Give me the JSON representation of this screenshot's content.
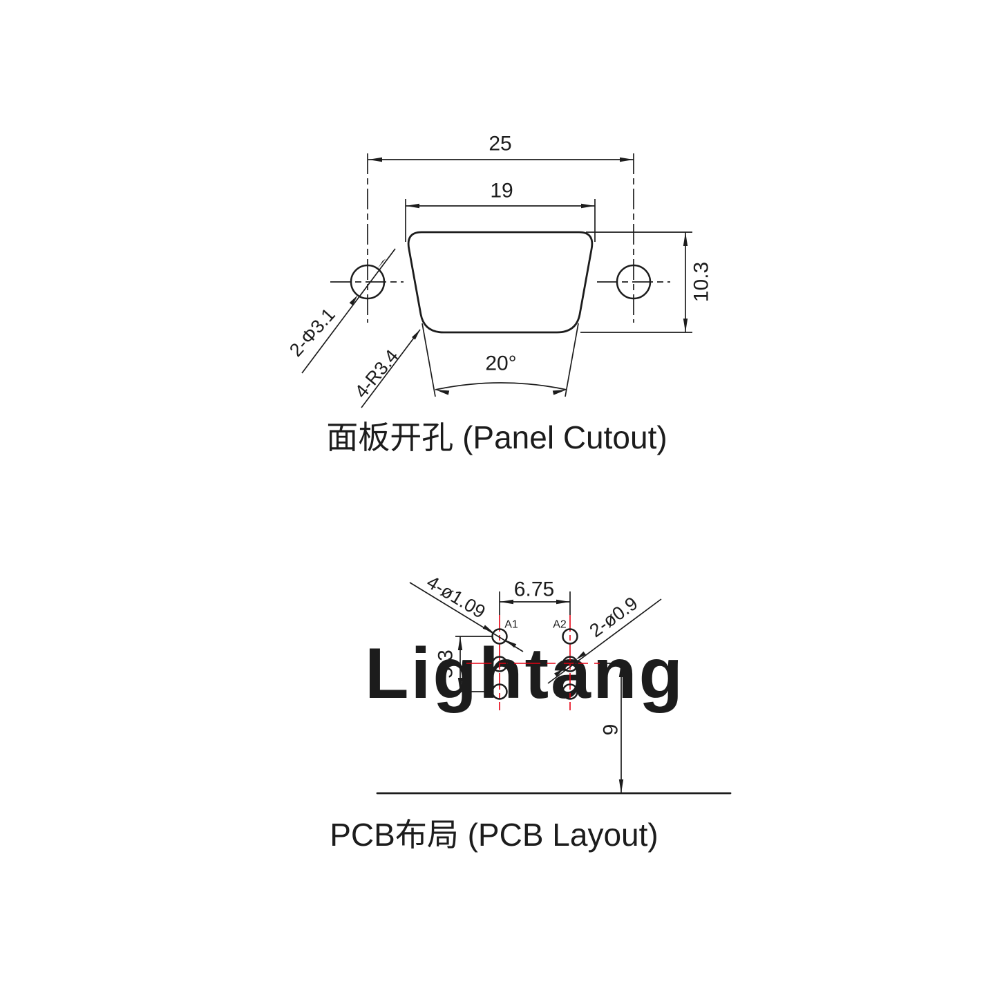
{
  "watermark": "Lightang",
  "colors": {
    "line": "#1c1c1c",
    "red": "#e60012",
    "watermark": "#e9e9e9"
  },
  "panel": {
    "title": "面板开孔 (Panel Cutout)",
    "dim_width_outer": "25",
    "dim_width_cutout": "19",
    "dim_height": "10.3",
    "dim_angle": "20°",
    "label_mount_holes": "2-Φ3.1",
    "label_corner_radius": "4-R3.4"
  },
  "pcb": {
    "title": "PCB布局 (PCB Layout)",
    "dim_col_pitch": "6.75",
    "dim_row_span": "5.3",
    "dim_edge_offset": "9",
    "label_small_holes": "4-ø1.09",
    "label_large_holes": "2-ø0.9",
    "pin_a1": "A1",
    "pin_a2": "A2"
  }
}
